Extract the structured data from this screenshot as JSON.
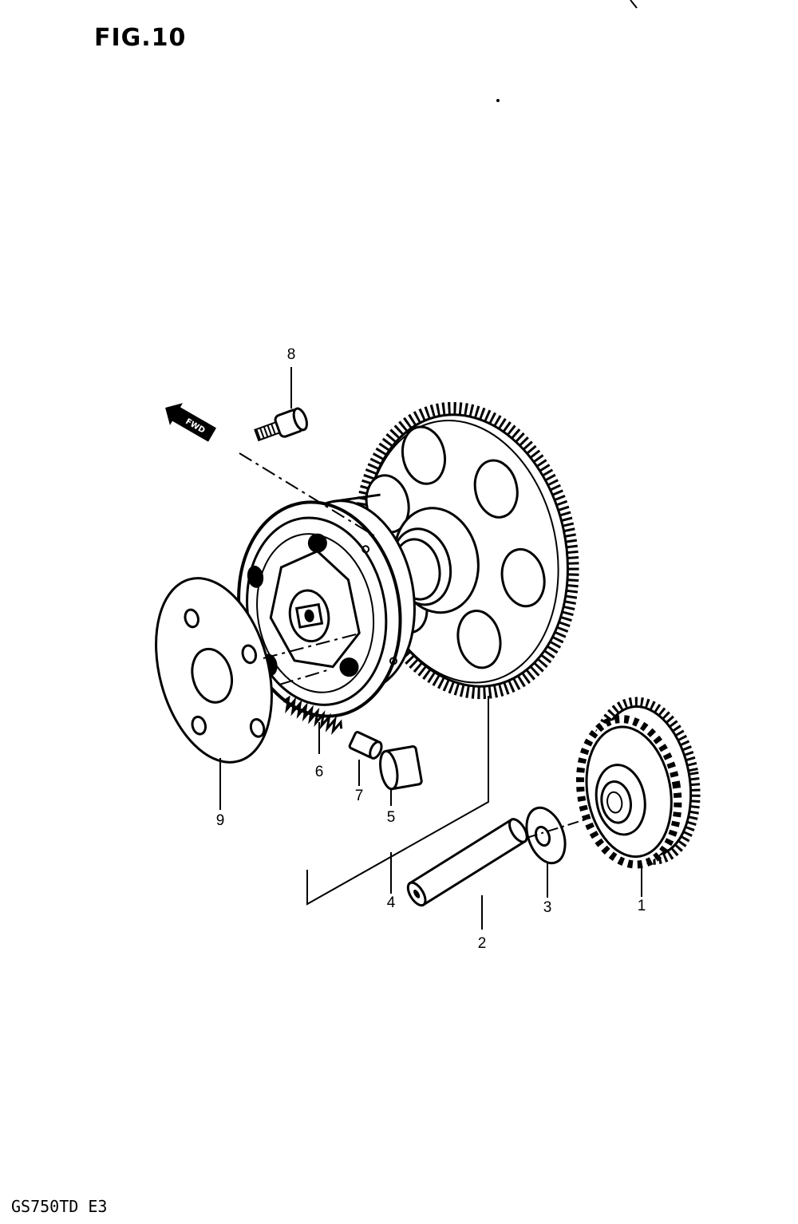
{
  "figure": {
    "title": "FIG.10",
    "model_code": "GS750TD E3",
    "direction_marker": "FWD"
  },
  "parts": [
    {
      "number": "1",
      "icon": "idle-gear-icon"
    },
    {
      "number": "2",
      "icon": "shaft-icon"
    },
    {
      "number": "3",
      "icon": "washer-icon"
    },
    {
      "number": "4",
      "icon": "starter-clutch-gear-icon"
    },
    {
      "number": "5",
      "icon": "roller-icon"
    },
    {
      "number": "6",
      "icon": "spring-icon"
    },
    {
      "number": "7",
      "icon": "cap-icon"
    },
    {
      "number": "8",
      "icon": "bolt-icon"
    },
    {
      "number": "9",
      "icon": "plate-icon"
    }
  ],
  "colors": {
    "ink": "#000000",
    "paper": "#ffffff"
  }
}
